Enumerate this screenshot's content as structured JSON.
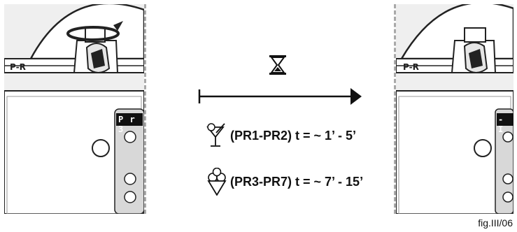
{
  "left_panel": {
    "display": "P r 3"
  },
  "right_panel": {
    "display": "- I"
  },
  "program_times": [
    {
      "icon": "cocktail-glass-icon",
      "text": "(PR1-PR2) t = ~ 1’ - 5’"
    },
    {
      "icon": "ice-cream-cone-icon",
      "text": "(PR3-PR7) t = ~ 7’ - 15’"
    }
  ],
  "figure_label": "fig.III/06"
}
